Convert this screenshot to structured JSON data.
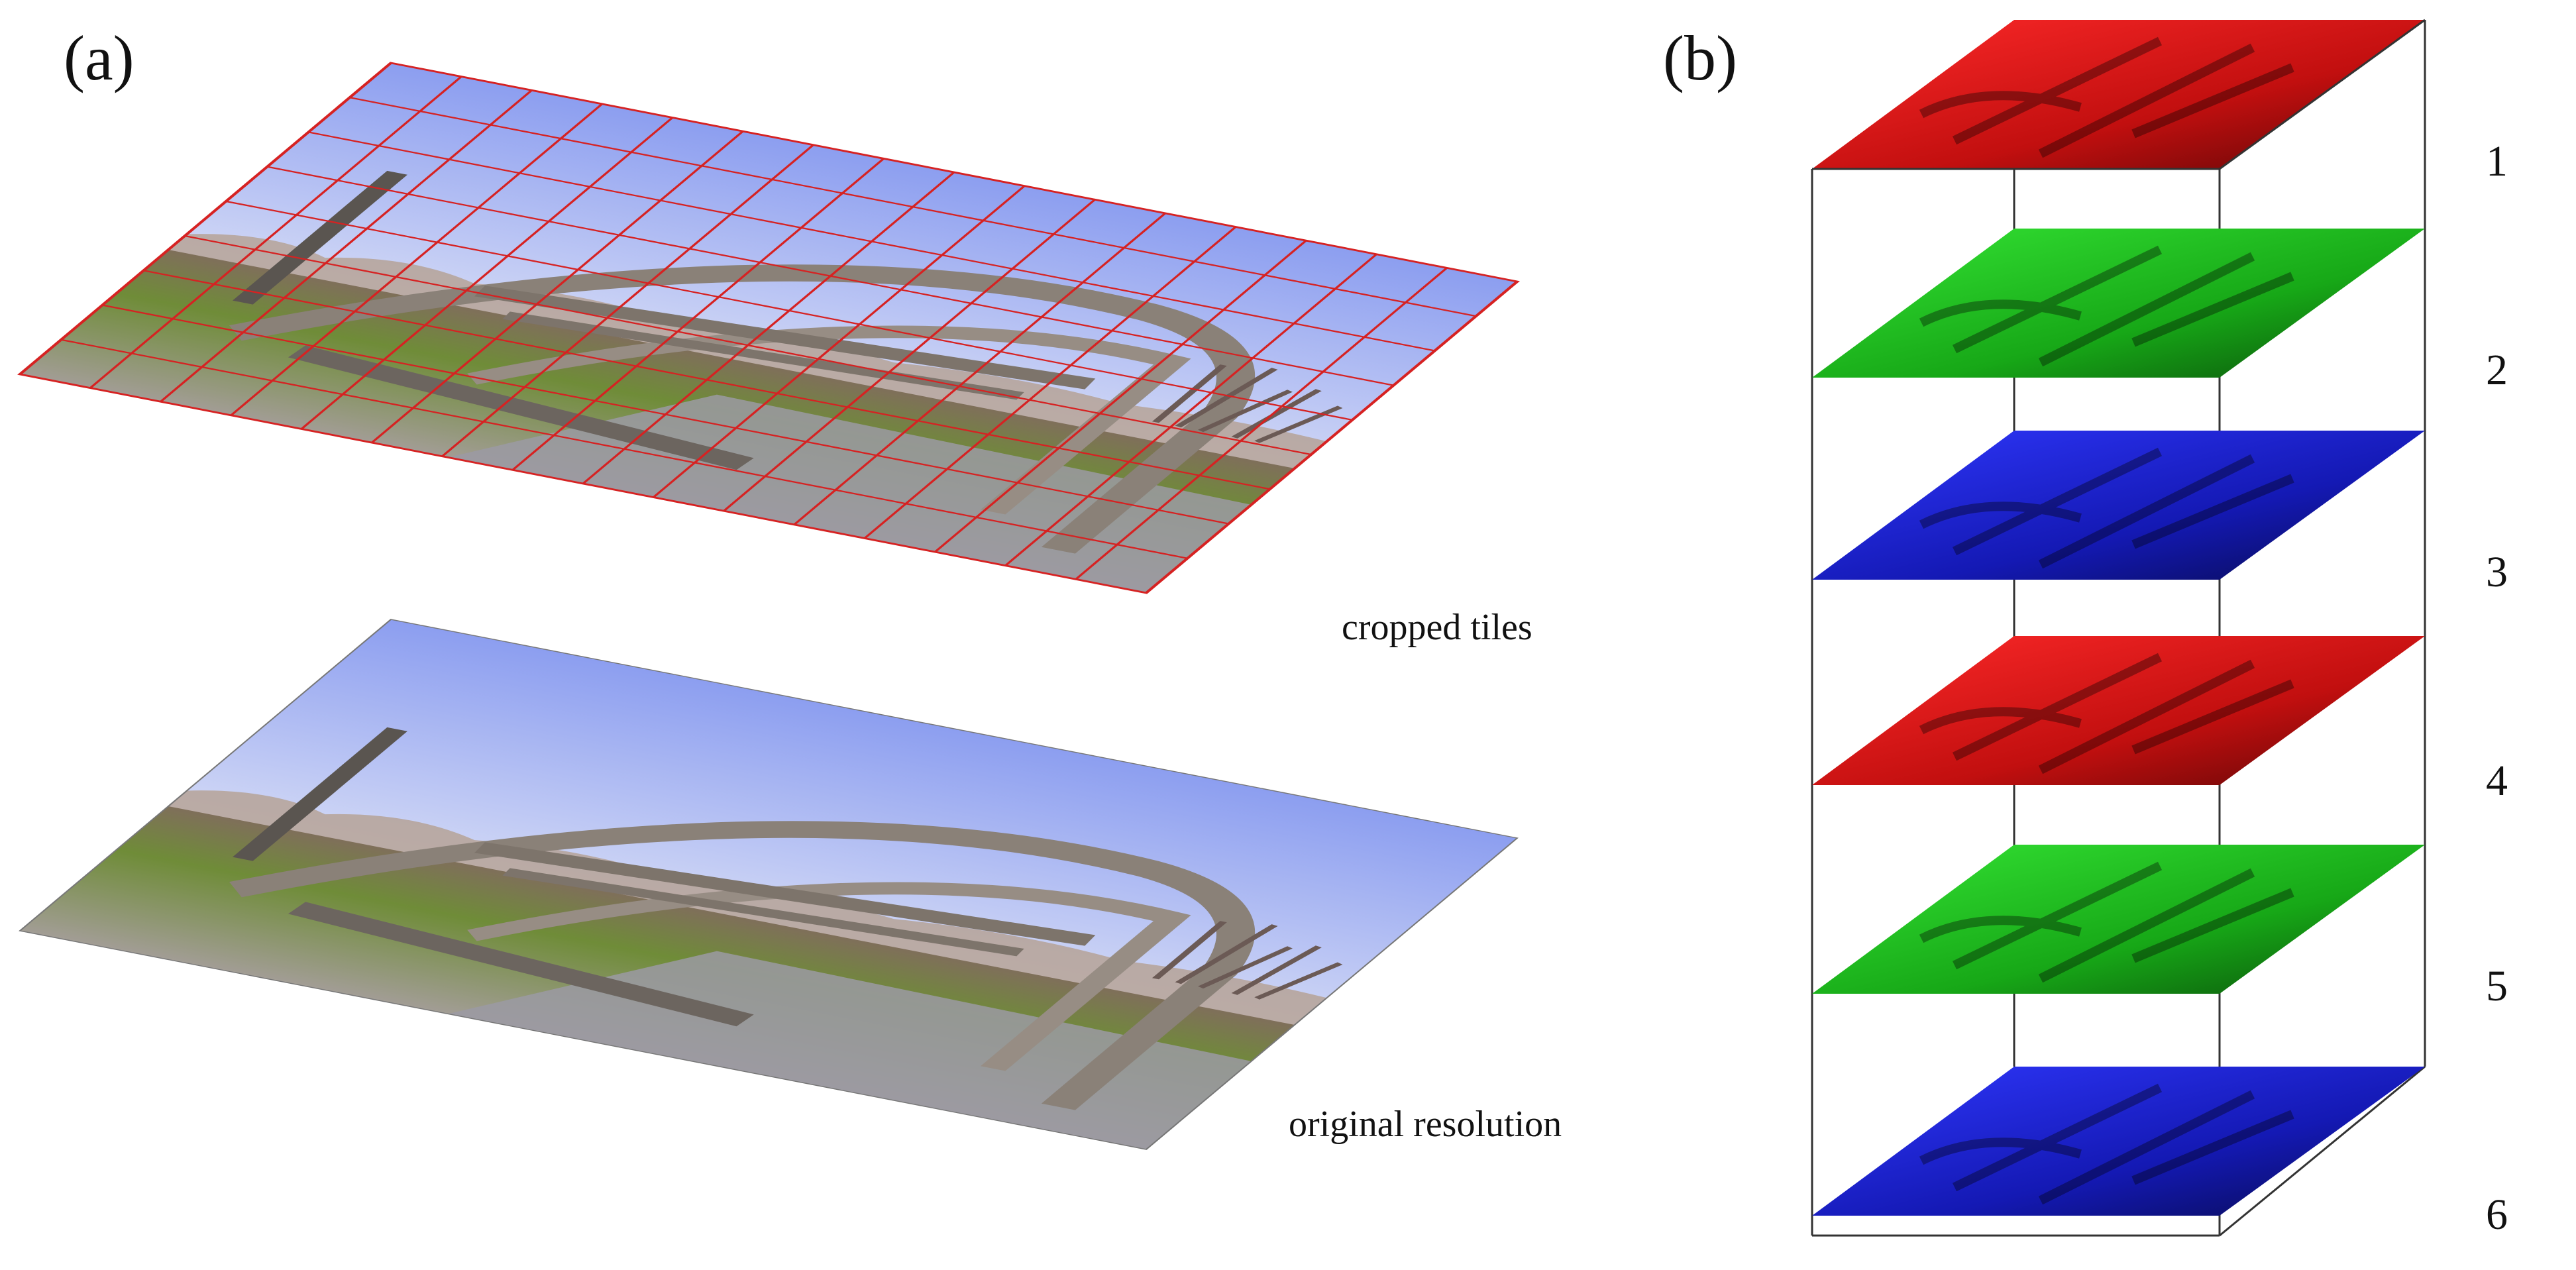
{
  "panels": {
    "a": {
      "label": "(a)",
      "top_caption": "cropped tiles",
      "bottom_caption": "original resolution"
    },
    "b": {
      "label": "(b)",
      "layers": [
        {
          "number": "1",
          "color": "#e41414"
        },
        {
          "number": "2",
          "color": "#1fcf1f"
        },
        {
          "number": "3",
          "color": "#1b22c8"
        },
        {
          "number": "4",
          "color": "#e41414"
        },
        {
          "number": "5",
          "color": "#1fcf1f"
        },
        {
          "number": "6",
          "color": "#1b22c8"
        }
      ]
    }
  },
  "colors": {
    "grid_lines": "#d62222",
    "sky": "#b9c4f2",
    "ground": "#6e8a3a",
    "road": "#8c8c92",
    "arch": "#8a8178",
    "cube_edges": "#333333"
  }
}
